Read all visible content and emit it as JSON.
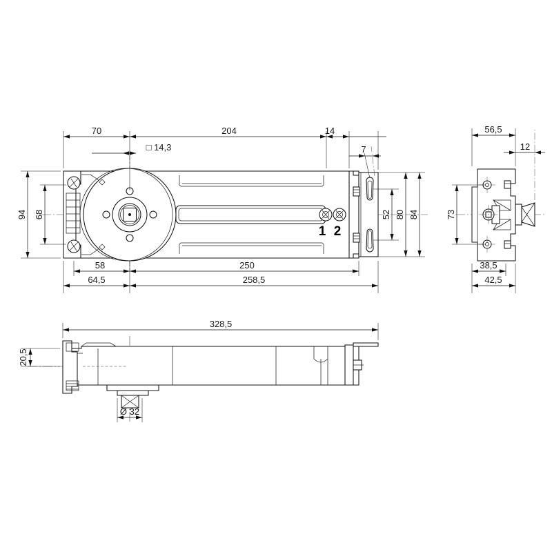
{
  "drawing": {
    "title": "Floor spring door closer dimensioned drawing",
    "background_color": "#ffffff",
    "line_color": "#111111",
    "units_note": "mm"
  },
  "views": {
    "plan": {
      "name": "plan-view",
      "dimensions_top": [
        "70",
        "204",
        "14"
      ],
      "dimensions_top_secondary": [
        "□ 14,3",
        "7"
      ],
      "dimensions_left": [
        "94",
        "68"
      ],
      "dimensions_right": [
        "52",
        "80",
        "84"
      ],
      "dimensions_bottom": [
        "58",
        "250",
        "64,5",
        "258,5"
      ],
      "valve_labels": [
        "1",
        "2"
      ]
    },
    "side": {
      "name": "right-side-view",
      "dimensions_top": [
        "56,5",
        "12"
      ],
      "dimensions_left": [
        "73"
      ],
      "dimensions_bottom": [
        "38,5",
        "42,5"
      ]
    },
    "elevation": {
      "name": "bottom-elevation-view",
      "dimensions_top": [
        "328,5"
      ],
      "dimensions_left": [
        "20,5"
      ],
      "dimensions_bottom": [
        "Ø 32"
      ]
    }
  },
  "labels": {
    "d70": "70",
    "d204": "204",
    "d14": "14",
    "d143": "□ 14,3",
    "d7": "7",
    "d94": "94",
    "d68": "68",
    "d52": "52",
    "d80": "80",
    "d84": "84",
    "d58": "58",
    "d250": "250",
    "d645": "64,5",
    "d2585": "258,5",
    "d565": "56,5",
    "d12": "12",
    "d73": "73",
    "d385": "38,5",
    "d425": "42,5",
    "d3285": "328,5",
    "d205": "20,5",
    "d32": "Ø 32",
    "valve1": "1",
    "valve2": "2"
  }
}
